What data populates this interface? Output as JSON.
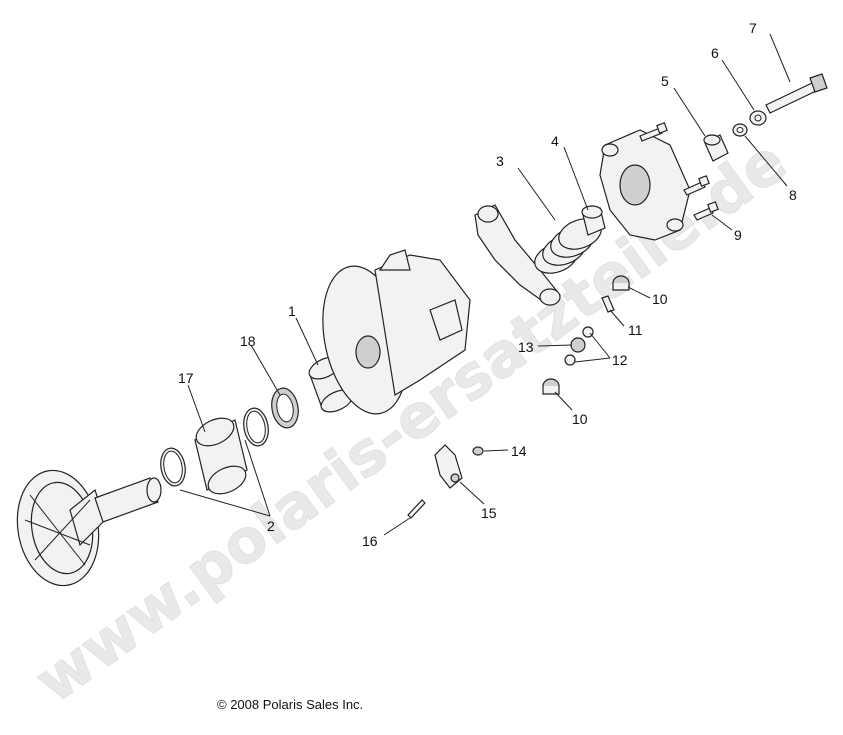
{
  "watermark": {
    "text": "www.polaris-ersatzteile.de"
  },
  "copyright": "© 2008 Polaris Sales Inc.",
  "callouts": {
    "c1": "1",
    "c2": "2",
    "c3": "3",
    "c4": "4",
    "c5": "5",
    "c6": "6",
    "c7": "7",
    "c8": "8",
    "c9": "9",
    "c10a": "10",
    "c10b": "10",
    "c11": "11",
    "c12": "12",
    "c13": "13",
    "c14": "14",
    "c15": "15",
    "c16": "16",
    "c17": "17",
    "c18": "18"
  }
}
